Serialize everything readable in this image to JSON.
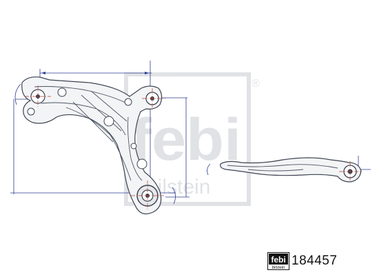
{
  "watermark": {
    "brand": "febi",
    "sub_brand": "bilstein",
    "registered_mark": "®"
  },
  "badge": {
    "brand": "febi",
    "sub_brand": "bilstein"
  },
  "part_number": "184457",
  "colors": {
    "dimension_lines": "#2b3a8f",
    "center_lines": "#c0392b",
    "part_outline": "#3a4350",
    "watermark": "#c8ccd2"
  }
}
